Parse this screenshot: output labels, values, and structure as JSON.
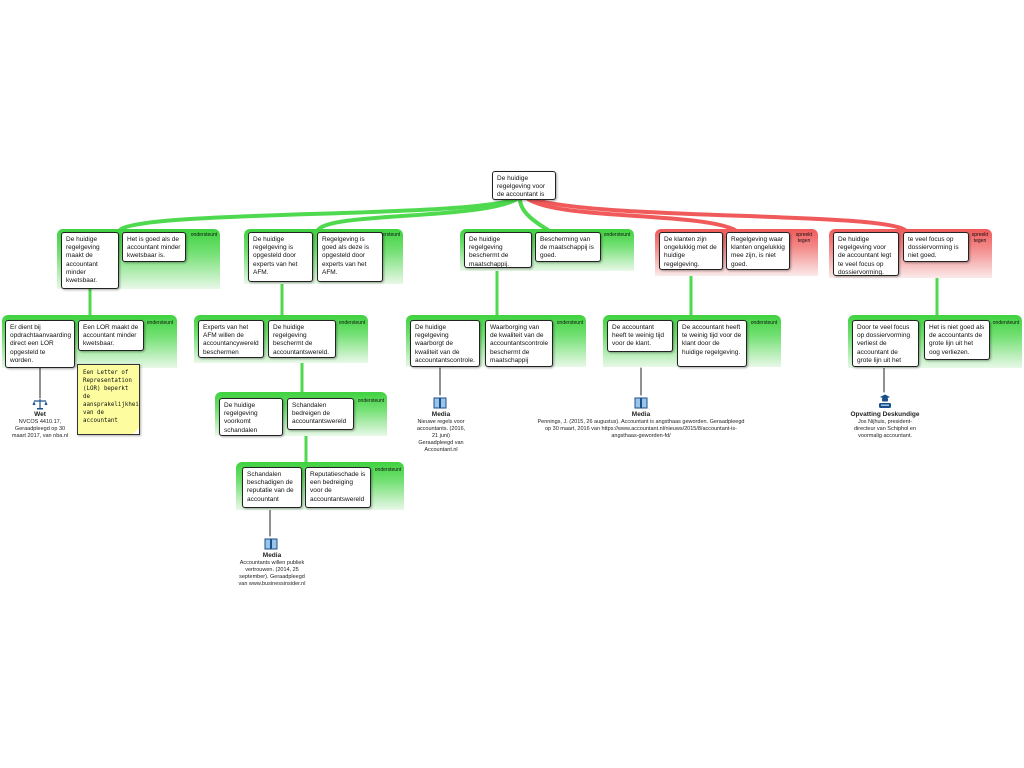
{
  "root": {
    "text": "De huidige regelgeving voor de accountant is goed."
  },
  "tags": {
    "support": "ondersteunt",
    "oppose": "spreekt tegen"
  },
  "arguments": [
    {
      "id": "a1",
      "main": "De huidige regelgeving maakt de accountant minder kwetsbaar.",
      "reason": "Het is goed als de accountant minder kwetsbaar is."
    },
    {
      "id": "a2",
      "main": "De huidige regelgeving is opgesteld door experts van het AFM.",
      "reason": "Regelgeving is goed als deze is opgesteld door experts van het AFM."
    },
    {
      "id": "a3",
      "main": "De huidige regelgeving beschermt de maatschappij.",
      "reason": "Bescherming van de maatschappij is goed."
    },
    {
      "id": "a4",
      "main": "De klanten zijn ongelukkig met de huidige regelgeving.",
      "reason": "Regelgeving waar klanten ongelukkig mee zijn, is niet goed."
    },
    {
      "id": "a5",
      "main": "De huidige regelgeving voor de accountant legt te veel focus op dossiervorming.",
      "reason": "te veel focus op dossiervorming is niet goed."
    }
  ],
  "sub": {
    "s1": {
      "main": "Er dient bij opdrachtaanvaarding direct een LOR opgesteld te worden.",
      "reason": "Een LOR maakt de accountant minder kwetsbaar."
    },
    "s2": {
      "main": "Experts van het AFM willen de accountancywereld beschermen",
      "reason": "De huidige regelgeving beschermt de accountantswereld."
    },
    "s2b": {
      "main": "De huidige regelgeving voorkomt schandalen",
      "reason": "Schandalen bedreigen de accountantswereld"
    },
    "s2c": {
      "main": "Schandalen beschadigen de reputatie van de accountant",
      "reason": "Reputatieschade is een bedreiging voor de accountantswereld"
    },
    "s3": {
      "main": "De huidige regelgeving waarborgt de kwaliteit van de accountantscontrole.",
      "reason": "Waarborging van de kwaliteit van de accountantscontrole beschermt de maatschappij"
    },
    "s4": {
      "main": "De accountant heeft te weinig tijd voor de klant.",
      "reason": "De accountant heeft te weinig tijd voor de klant door de huidige regelgeving."
    },
    "s5": {
      "main": "Door te veel focus op dossiervorming verliest de accountant de grote lijn uit het oog.",
      "reason": "Het is niet goed als de accountants de grote lijn uit het oog verliezen."
    }
  },
  "note": {
    "text": "Een Letter of Representation (LOR) beperkt de aansprakelijkheid van de accountant"
  },
  "sources": {
    "wet": {
      "title": "Wet",
      "icon": "scales-icon",
      "text": "NVCOS 4410.17, Geraadpleegd op 30 maart 2017, van nba.nl"
    },
    "media1": {
      "title": "Media",
      "icon": "book-icon",
      "text": "Nieuwe regels voor accountants. (2016, 21 juni) Geraadpleegd van Accountant.nl"
    },
    "media2": {
      "title": "Media",
      "icon": "book-icon",
      "text": "Pennings, J. (2015, 26 augustus). Accountant is angsthaas geworden. Geraadpleegd op 30 maart, 2016 van https://www.accountant.nl/nieuws/2015/8/accountant-is-angsthaas-geworden-fd/"
    },
    "media3": {
      "title": "Media",
      "icon": "book-icon",
      "text": "Accountants willen publiek vertrouwen. (2014, 25 september). Geraadpleegd van www.businessinsider.nl"
    },
    "expert": {
      "title": "Opvatting Deskundige",
      "icon": "expert-icon",
      "text": "Jos Nijhuis, president-directeur van Schiphol en voormalig accountant."
    }
  },
  "colors": {
    "support": "#3fd23f",
    "oppose": "#f05a5a",
    "note": "#fdfda0"
  }
}
